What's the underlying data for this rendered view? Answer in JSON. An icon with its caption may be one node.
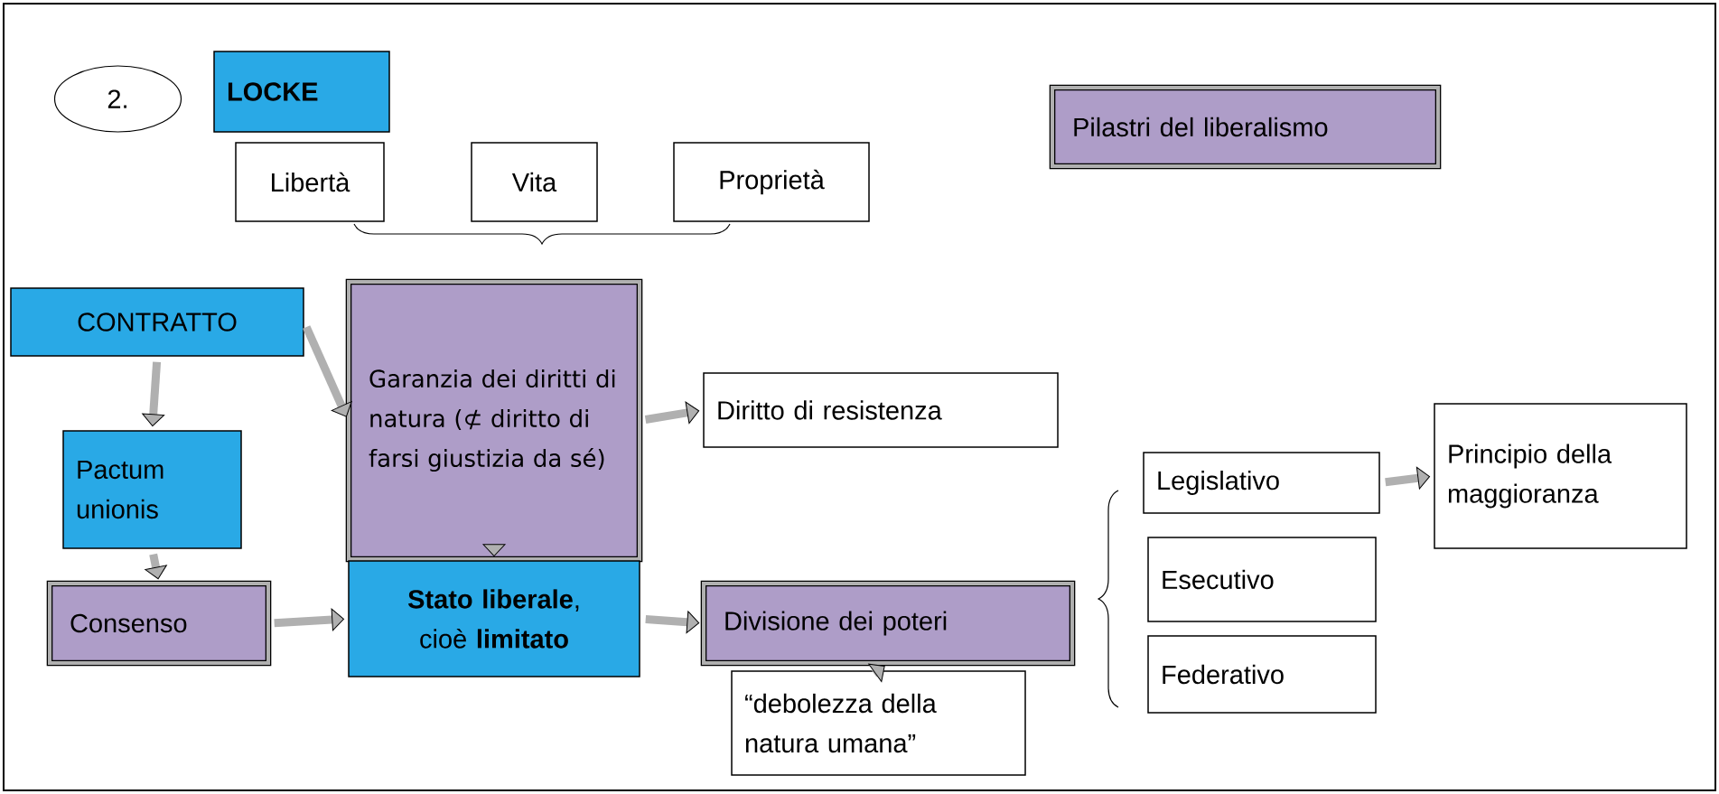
{
  "diagram": {
    "nodes": [
      {
        "text": [
          "2."
        ]
      },
      {
        "text": [
          "LOCKE"
        ]
      },
      {
        "text": [
          "Libertà"
        ]
      },
      {
        "text": [
          "Vita"
        ]
      },
      {
        "text": [
          "Proprietà"
        ]
      },
      {
        "text": [
          "Pilastri del liberalismo"
        ]
      },
      {
        "text": [
          "CONTRATTO"
        ]
      },
      {
        "text": [
          "Garanzia dei diritti di natura (⊄ diritto di farsi giustizia da sé)"
        ]
      },
      {
        "text": [
          "Diritto di resistenza"
        ]
      },
      {
        "text": [
          "Pactum unionis"
        ]
      },
      {
        "text": [
          "Consenso"
        ]
      },
      {
        "text": [
          "**Stato liberale**, cioè **limitato**"
        ]
      },
      {
        "text": [
          "Divisione dei poteri"
        ]
      },
      {
        "text": [
          "“debolezza della natura umana”"
        ]
      },
      {
        "text": [
          "Legislativo"
        ]
      },
      {
        "text": [
          "Esecutivo"
        ]
      },
      {
        "text": [
          "Federativo"
        ]
      },
      {
        "text": [
          "Principio della maggioranza"
        ]
      }
    ],
    "edges": [
      {
        "from": 6,
        "to": 7,
        "arrow": "to"
      },
      {
        "from": 6,
        "to": 9,
        "arrow": "to"
      },
      {
        "from": 7,
        "to": 8,
        "arrow": "to"
      },
      {
        "from": 7,
        "to": 11,
        "arrow": "to"
      },
      {
        "from": 9,
        "to": 10,
        "arrow": "to"
      },
      {
        "from": 10,
        "to": 11,
        "arrow": "to"
      },
      {
        "from": 11,
        "to": 12,
        "arrow": "to"
      },
      {
        "from": 13,
        "to": 12,
        "arrow": "to"
      },
      {
        "from": 14,
        "to": 17,
        "arrow": "to"
      }
    ]
  }
}
